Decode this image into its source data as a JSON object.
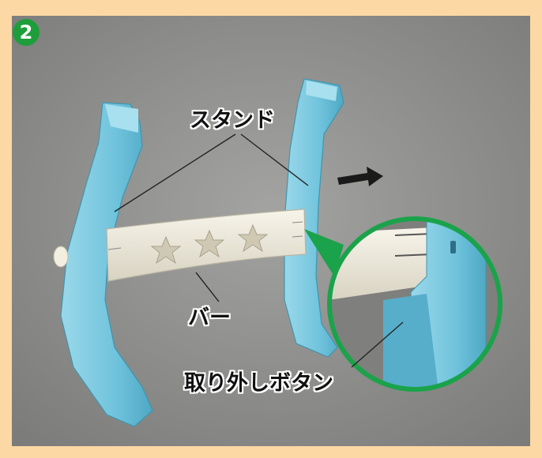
{
  "step_number": "2",
  "labels": {
    "stand": "スタンド",
    "bar": "バー",
    "release_button": "取り外しボタン"
  },
  "colors": {
    "background": "#fbd8a4",
    "photo_backdrop": "#8e8e8c",
    "stand_blue": "#7fcbe0",
    "bar_cream": "#eeeadc",
    "badge_green": "#1e9e3a",
    "callout_green": "#1aa34a"
  },
  "icons": [
    "right-arrow-icon",
    "star-cutout-icon"
  ]
}
